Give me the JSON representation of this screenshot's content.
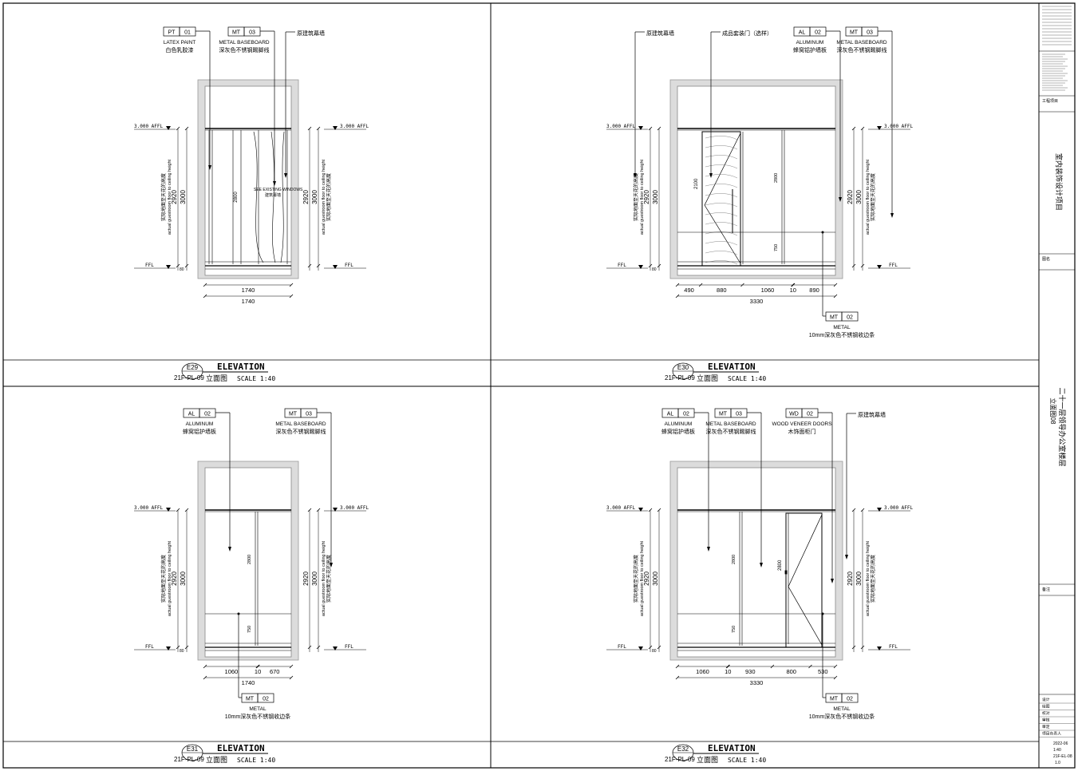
{
  "drawings": [
    {
      "code": "E29",
      "sheet": "21F-PL-09",
      "title": "ELEVATION",
      "subtitle": "立面图",
      "scale": "SCALE 1:40",
      "height_left": "2920",
      "height_right": "2920",
      "total_left": "3000",
      "total_right": "3000",
      "level_top": "3.000 AFFL",
      "level_bottom": "FFL",
      "vtext_a": "实际地面至天花的高度",
      "vtext_b": "actual guestroom floor to ceiling height",
      "inner_dim": "2800",
      "small_dim": "80",
      "bottom_dims": [
        "1740"
      ],
      "total_dim": "1740",
      "window_note": [
        "SEE EXISTING WINDOWS",
        "建筑幕墙"
      ],
      "top_tags": [
        {
          "code": "PT",
          "num": "01",
          "en": "LATEX PAINT",
          "cn": "白色乳胶漆"
        },
        {
          "code": "MT",
          "num": "03",
          "en": "METAL BASEBOARD",
          "cn": "深灰色不锈钢踢脚线"
        },
        {
          "code": "",
          "num": "",
          "en": "",
          "cn": "原建筑幕墙"
        }
      ],
      "bottom_tag": null
    },
    {
      "code": "E30",
      "sheet": "21F-PL-09",
      "title": "ELEVATION",
      "subtitle": "立面图",
      "scale": "SCALE 1:40",
      "height_left": "2920",
      "height_right": "2920",
      "total_left": "3000",
      "total_right": "3000",
      "level_top": "3.000 AFFL",
      "level_bottom": "FFL",
      "vtext_a": "实际地面至天花的高度",
      "vtext_b": "actual guestroom floor to ceiling height",
      "inner_dim": "2800",
      "small_dim": "80",
      "door_dim": "2100",
      "low_dim": "750",
      "bottom_dims": [
        "490",
        "880",
        "1060",
        "10",
        "890"
      ],
      "total_dim": "3330",
      "top_tags": [
        {
          "code": "",
          "num": "",
          "en": "",
          "cn": "原建筑幕墙"
        },
        {
          "code": "",
          "num": "",
          "en": "",
          "cn": "成品套装门（选样）"
        },
        {
          "code": "AL",
          "num": "02",
          "en": "ALUMINUM",
          "cn": "蜂窝铝护墙板"
        },
        {
          "code": "MT",
          "num": "03",
          "en": "METAL BASEBOARD",
          "cn": "深灰色不锈钢踢脚线"
        }
      ],
      "bottom_tag": {
        "code": "MT",
        "num": "02",
        "en": "METAL",
        "cn": "10mm深灰色不锈钢收边条"
      }
    },
    {
      "code": "E31",
      "sheet": "21F-PL-09",
      "title": "ELEVATION",
      "subtitle": "立面图",
      "scale": "SCALE 1:40",
      "height_left": "2920",
      "height_right": "2920",
      "total_left": "3000",
      "total_right": "3000",
      "level_top": "3.000 AFFL",
      "level_bottom": "FFL",
      "vtext_a": "实际地面至天花的高度",
      "vtext_b": "actual guestroom floor to ceiling height",
      "inner_dim": "2800",
      "small_dim": "80",
      "low_dim": "750",
      "bottom_dims": [
        "1060",
        "10",
        "670"
      ],
      "total_dim": "1740",
      "top_tags": [
        {
          "code": "AL",
          "num": "02",
          "en": "ALUMINUM",
          "cn": "蜂窝铝护墙板"
        },
        {
          "code": "MT",
          "num": "03",
          "en": "METAL BASEBOARD",
          "cn": "深灰色不锈钢踢脚线"
        }
      ],
      "bottom_tag": {
        "code": "MT",
        "num": "02",
        "en": "METAL",
        "cn": "10mm深灰色不锈钢收边条"
      }
    },
    {
      "code": "E32",
      "sheet": "21F-PL-09",
      "title": "ELEVATION",
      "subtitle": "立面图",
      "scale": "SCALE 1:40",
      "height_left": "2920",
      "height_right": "2920",
      "total_left": "3000",
      "total_right": "3000",
      "level_top": "3.000 AFFL",
      "level_bottom": "FFL",
      "vtext_a": "实际地面至天花的高度",
      "vtext_b": "actual guestroom floor to ceiling height",
      "inner_dim": "2800",
      "small_dim": "80",
      "door_dim": "2800",
      "low_dim": "750",
      "bottom_dims": [
        "1060",
        "10",
        "930",
        "800",
        "530"
      ],
      "total_dim": "3330",
      "top_tags": [
        {
          "code": "AL",
          "num": "02",
          "en": "ALUMINUM",
          "cn": "蜂窝铝护墙板"
        },
        {
          "code": "MT",
          "num": "03",
          "en": "METAL BASEBOARD",
          "cn": "深灰色不锈钢踢脚线"
        },
        {
          "code": "WD",
          "num": "02",
          "en": "WOOD VENEER DOORS",
          "cn": "木饰面柜门"
        },
        {
          "code": "",
          "num": "",
          "en": "",
          "cn": "原建筑幕墙"
        }
      ],
      "bottom_tag": {
        "code": "MT",
        "num": "02",
        "en": "METAL",
        "cn": "10mm深灰色不锈钢收边条"
      }
    }
  ],
  "title_block": {
    "project_label": "工程项目",
    "project_name": "室内装饰设计项目",
    "drawing_label": "图名",
    "drawing_name": "二十一层领导办公室楼层",
    "drawing_sub": "立面图08",
    "note_label": "备注",
    "scale_value": "1:40",
    "date_value": "2022-06",
    "sheet_no": "21F-EL-08",
    "version": "1.0",
    "rows": [
      "设计",
      "绘图",
      "校对",
      "审核",
      "审定",
      "项目负责人"
    ]
  }
}
